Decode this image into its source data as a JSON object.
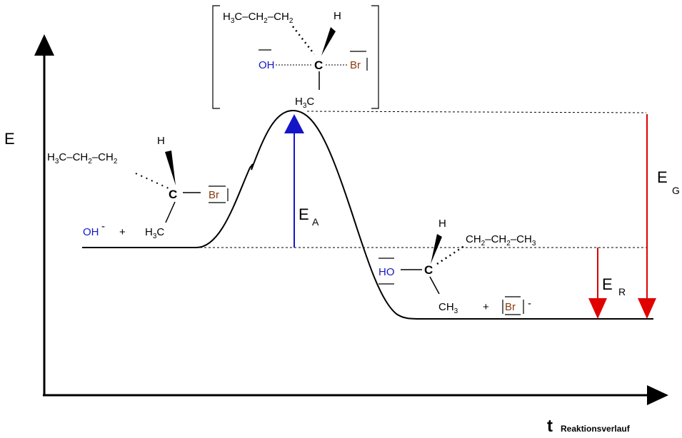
{
  "axes": {
    "y_label": "E",
    "x_label": "t",
    "x_sublabel": "Reaktionsverlauf"
  },
  "energies": {
    "activation_main": "E",
    "activation_sub": "A",
    "reaction_main": "E",
    "reaction_sub": "R",
    "total_main": "E",
    "total_sub": "G"
  },
  "reactant": {
    "nucleophile": "OH",
    "charge": "-",
    "plus": "+",
    "chain_h3": "H",
    "chain_3": "3",
    "chain_c": "C–CH",
    "chain_2a": "2",
    "chain_ch": "–CH",
    "chain_2b": "2",
    "h": "H",
    "c": "C",
    "br": "Br",
    "methyl_h": "H",
    "methyl_3": "3",
    "methyl_c": "C"
  },
  "transition": {
    "chain_h3": "H",
    "chain_3": "3",
    "chain_c": "C–CH",
    "chain_2a": "2",
    "chain_ch": "–CH",
    "chain_2b": "2",
    "h": "H",
    "oh": "OH",
    "c": "C",
    "br": "Br",
    "methyl_h": "H",
    "methyl_3": "3",
    "methyl_c": "C"
  },
  "product": {
    "h": "H",
    "ho": "HO",
    "c": "C",
    "chain_ch": "CH",
    "chain_2a": "2",
    "chain_ch2": "–CH",
    "chain_2b": "2",
    "chain_ch3": "–CH",
    "chain_3": "3",
    "methyl_ch": "CH",
    "methyl_3": "3",
    "plus": "+",
    "bromide": "Br",
    "charge": "-"
  },
  "colors": {
    "activation_arrow": "#1515c8",
    "energy_arrows": "#e00000",
    "bromine": "#8b3a0c",
    "hydroxyl": "#1515c8"
  }
}
